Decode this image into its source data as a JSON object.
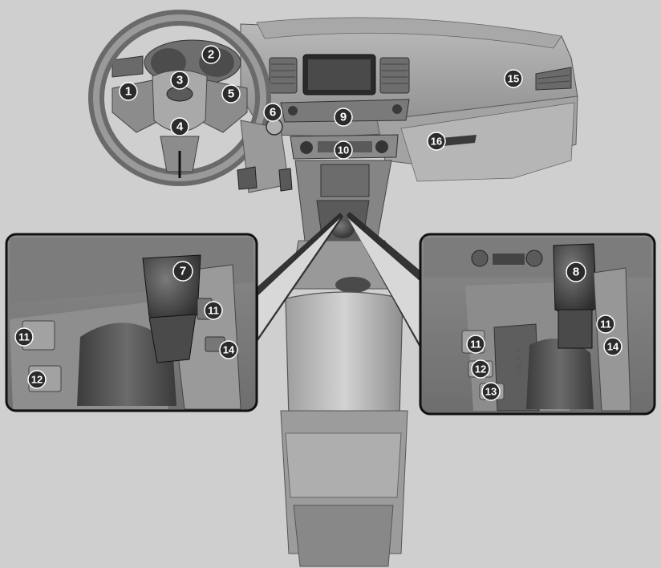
{
  "figure": {
    "subject": "vehicle interior overview with manual and automatic shifter insets",
    "callouts": [
      {
        "num": "1",
        "part": "steering-wheel-left-switches"
      },
      {
        "num": "2",
        "part": "instrument-cluster"
      },
      {
        "num": "3",
        "part": "horn-airbag"
      },
      {
        "num": "4",
        "part": "steering-column"
      },
      {
        "num": "5",
        "part": "steering-wheel-right-switches"
      },
      {
        "num": "6",
        "part": "engine-start-stop-button"
      },
      {
        "num": "7",
        "part": "manual-shift-lever"
      },
      {
        "num": "8",
        "part": "automatic-shift-lever"
      },
      {
        "num": "9",
        "part": "audio-panel"
      },
      {
        "num": "10",
        "part": "climate-control-panel"
      },
      {
        "num": "11",
        "part": "seat-warmer-switch"
      },
      {
        "num": "12",
        "part": "drive-mode-switch"
      },
      {
        "num": "13",
        "part": "parking-assist-switch"
      },
      {
        "num": "14",
        "part": "parking-brake-switch"
      },
      {
        "num": "15",
        "part": "passenger-airbag"
      },
      {
        "num": "16",
        "part": "glove-box"
      }
    ],
    "shift_pattern": [
      "P",
      "R",
      "N",
      "D"
    ]
  },
  "colors": {
    "background": "#cfcfcf",
    "dash_dark": "#5a5a5a",
    "dash_mid": "#9a9a9a",
    "dash_light": "#c4c4c4",
    "callout_fill": "#2b2b2b",
    "inset_border": "#111111"
  }
}
